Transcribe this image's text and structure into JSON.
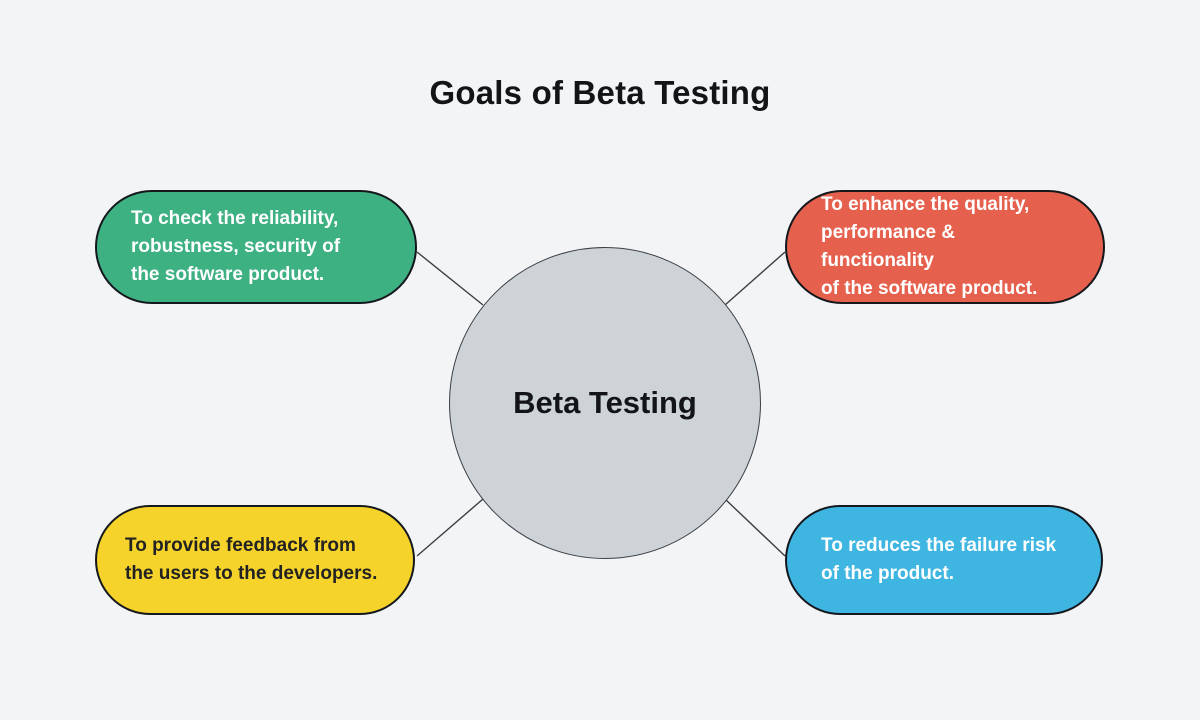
{
  "title": "Goals of Beta Testing",
  "center": {
    "label": "Beta Testing",
    "fill": "#ced3d7"
  },
  "nodes": [
    {
      "id": "check-reliability",
      "position": "top-left",
      "text": "To check the reliability,\nrobustness, security of\nthe software product.",
      "fill": "#3eb183",
      "text_color": "#ffffff"
    },
    {
      "id": "enhance-quality",
      "position": "top-right",
      "text": "To enhance the quality,\nperformance & functionality\nof the software product.",
      "fill": "#e5614d",
      "text_color": "#ffffff"
    },
    {
      "id": "provide-feedback",
      "position": "bottom-left",
      "text": "To provide feedback from\nthe users to the developers.",
      "fill": "#f5d32a",
      "text_color": "#222222"
    },
    {
      "id": "reduce-failure-risk",
      "position": "bottom-right",
      "text": "To reduces the failure risk\nof the product.",
      "fill": "#3fb5e1",
      "text_color": "#ffffff"
    }
  ],
  "colors": {
    "background": "#f3f4f6",
    "connector": "#3b3e42",
    "node_border": "#14181c",
    "title_text": "#121417"
  }
}
